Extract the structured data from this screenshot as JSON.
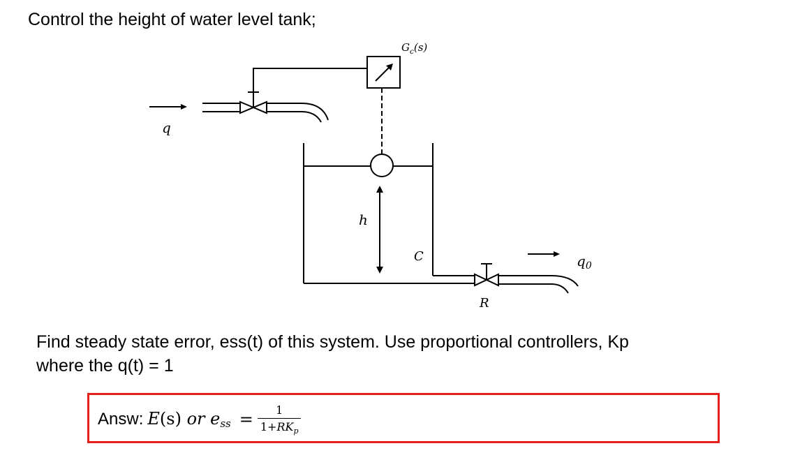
{
  "heading": "Control the height of water level tank;",
  "diagram": {
    "label_controller": "Gc(s)",
    "label_inflow": "q",
    "label_height": "h",
    "label_capacitance": "C",
    "label_resistance": "R",
    "label_outflow": "q0"
  },
  "question": {
    "line1": "Find steady state error, ess(t) of this system. Use proportional controllers, Kp",
    "line2": "where the q(t) = 1"
  },
  "answer": {
    "label": "Answ:",
    "lhs_E": "E",
    "lhs_s": "(s)",
    "lhs_or": " or ",
    "lhs_e": "e",
    "lhs_sub": "ss",
    "equals": "=",
    "numerator": "1",
    "denominator_prefix": "1+",
    "denominator_R": "RK",
    "denominator_sub": "p"
  },
  "colors": {
    "highlight_border": "#e8201c",
    "line": "#000000"
  }
}
